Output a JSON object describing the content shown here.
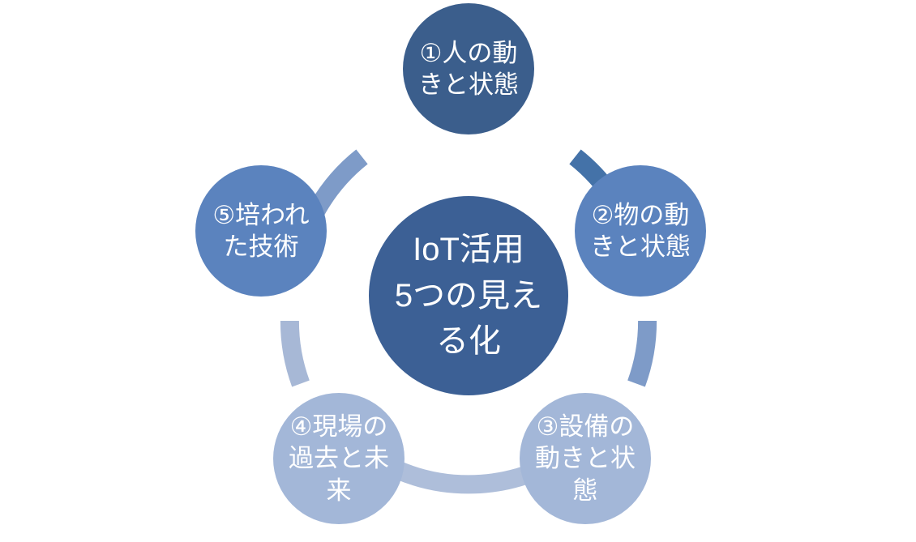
{
  "diagram": {
    "title": "IoT活用 5つの見える化",
    "type": "cycle-diagram",
    "background_color": "#FFFFFF",
    "hub": {
      "line1": "IoT活用",
      "line2": "5つの見える化",
      "color": "#3C6095",
      "text_color": "#FFFFFF"
    },
    "nodes": [
      {
        "id": "node-1",
        "number": "①",
        "label": "①人の動きと状態",
        "color": "#3B5E8C",
        "text_color": "#FFFFFF",
        "position": "top"
      },
      {
        "id": "node-2",
        "number": "②",
        "label": "②物の動きと状態",
        "color": "#5B83BE",
        "text_color": "#FFFFFF",
        "position": "right"
      },
      {
        "id": "node-3",
        "number": "③",
        "label": "③設備の動きと状態",
        "color": "#A3B7D8",
        "text_color": "#FFFFFF",
        "position": "bottom-right"
      },
      {
        "id": "node-4",
        "number": "④",
        "label": "④現場の過去と未来",
        "color": "#A3B7D8",
        "text_color": "#FFFFFF",
        "position": "bottom-left"
      },
      {
        "id": "node-5",
        "number": "⑤",
        "label": "⑤培われた技術",
        "color": "#5B83BE",
        "text_color": "#FFFFFF",
        "position": "left"
      }
    ],
    "connectors": [
      {
        "id": "arc-1-2",
        "from": "node-1",
        "to": "node-2",
        "color": "#4472A8"
      },
      {
        "id": "arc-2-3",
        "from": "node-2",
        "to": "node-3",
        "color": "#7E9BC8"
      },
      {
        "id": "arc-3-4",
        "from": "node-3",
        "to": "node-4",
        "color": "#AEBEDA"
      },
      {
        "id": "arc-4-5",
        "from": "node-4",
        "to": "node-5",
        "color": "#A7B8D6"
      },
      {
        "id": "arc-5-1",
        "from": "node-5",
        "to": "node-1",
        "color": "#7E9BC8"
      }
    ]
  }
}
